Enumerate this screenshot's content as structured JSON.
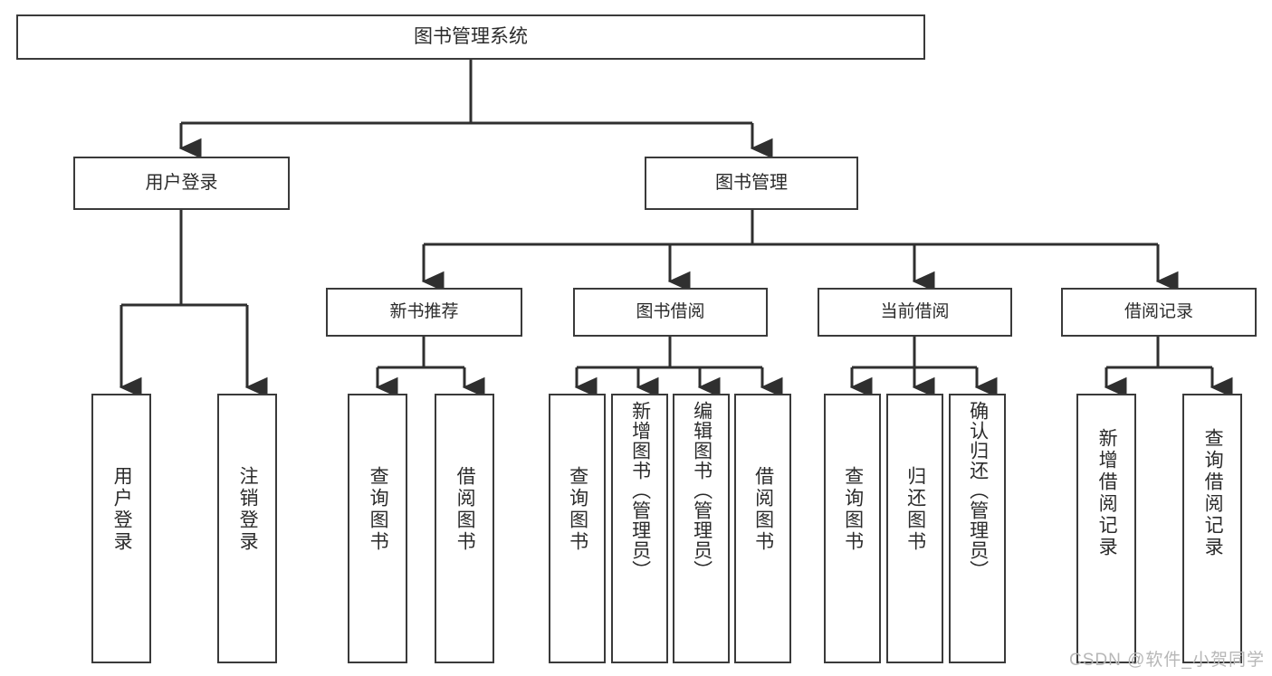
{
  "diagram": {
    "title": "图书管理系统",
    "type": "hierarchy-tree",
    "background_color": "#ffffff",
    "line_color": "#3a3a3a",
    "text_color": "#2b2b2b"
  },
  "root": {
    "label": "图书管理系统"
  },
  "level1": [
    {
      "label": "用户登录"
    },
    {
      "label": "图书管理"
    }
  ],
  "level2": [
    {
      "label": "新书推荐"
    },
    {
      "label": "图书借阅"
    },
    {
      "label": "当前借阅"
    },
    {
      "label": "借阅记录"
    }
  ],
  "leaves": {
    "user_login": [
      {
        "label": "用户登录"
      },
      {
        "label": "注销登录"
      }
    ],
    "new_book_recommend": [
      {
        "label": "查询图书"
      },
      {
        "label": "借阅图书"
      }
    ],
    "book_borrow": [
      {
        "label": "查询图书"
      },
      {
        "label": "新增图书（管理员）"
      },
      {
        "label": "编辑图书（管理员）"
      },
      {
        "label": "借阅图书"
      }
    ],
    "current_borrow": [
      {
        "label": "查询图书"
      },
      {
        "label": "归还图书"
      },
      {
        "label": "确认归还（管理员）"
      }
    ],
    "borrow_record": [
      {
        "label": "新增借阅记录"
      },
      {
        "label": "查询借阅记录"
      }
    ]
  },
  "watermark": {
    "text": "CSDN @软件_小贺同学"
  }
}
